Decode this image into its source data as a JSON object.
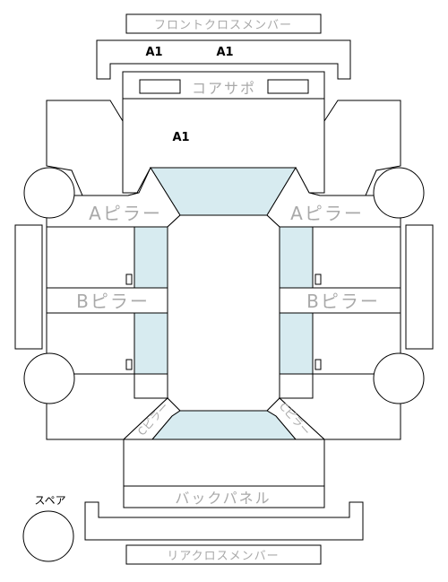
{
  "labels": {
    "front_cross_member": "フロントクロスメンバー",
    "core_support": "コアサポ",
    "a_pillar_left": "Aピラー",
    "a_pillar_right": "Aピラー",
    "b_pillar_left": "Bピラー",
    "b_pillar_right": "Bピラー",
    "back_panel": "バックパネル",
    "rear_cross_member": "リアクロスメンバー",
    "spare": "スペア",
    "c_pillar_left": "Cピラー",
    "c_pillar_right": "Cピラー"
  },
  "damage_marks": {
    "front_member_left": "A1",
    "front_member_right": "A1",
    "hood_area": "A1"
  },
  "colors": {
    "outline": "#000000",
    "glass": "#d7ebf0",
    "label_gray": "#a9a9a9",
    "background": "#ffffff"
  }
}
